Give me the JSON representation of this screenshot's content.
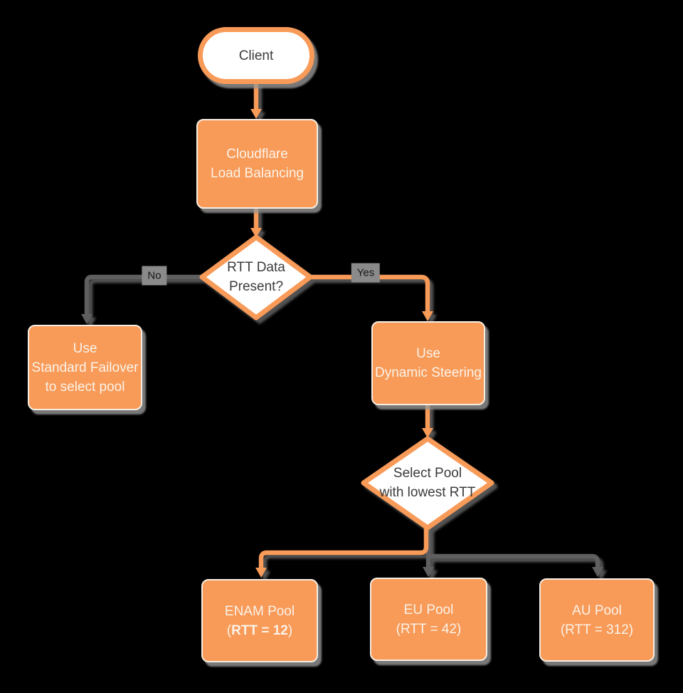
{
  "diagram": {
    "title_hint": "Cloudflare Load Balancing RTT steering flowchart",
    "colors": {
      "background": "#000000",
      "node_orange": "#F89A58",
      "node_white": "#FFFFFF",
      "line_gray": "#5F5F5F",
      "text_on_orange": "#FBF3E8",
      "text_on_white": "#3B3B3B",
      "edge_label_bg": "#8A8A8A",
      "edge_label_text": "#161616"
    },
    "nodes": {
      "client": {
        "label": "Client"
      },
      "cloudflare": {
        "line1": "Cloudflare",
        "line2": "Load Balancing"
      },
      "rtt_decision": {
        "line1": "RTT Data",
        "line2": "Present?"
      },
      "standard_failover": {
        "line1": "Use",
        "line2": "Standard Failover",
        "line3": "to select pool"
      },
      "dynamic_steering": {
        "line1": "Use",
        "line2": "Dynamic Steering"
      },
      "select_pool": {
        "line1": "Select Pool",
        "line2": "with lowest RTT"
      },
      "enam_pool": {
        "line1": "ENAM Pool",
        "line2_prefix": "(",
        "line2_bold": "RTT = 12",
        "line2_suffix": ")"
      },
      "eu_pool": {
        "line1": "EU Pool",
        "line2": "(RTT = 42)"
      },
      "au_pool": {
        "line1": "AU Pool",
        "line2": "(RTT = 312)"
      }
    },
    "edge_labels": {
      "no": "No",
      "yes": "Yes"
    }
  }
}
